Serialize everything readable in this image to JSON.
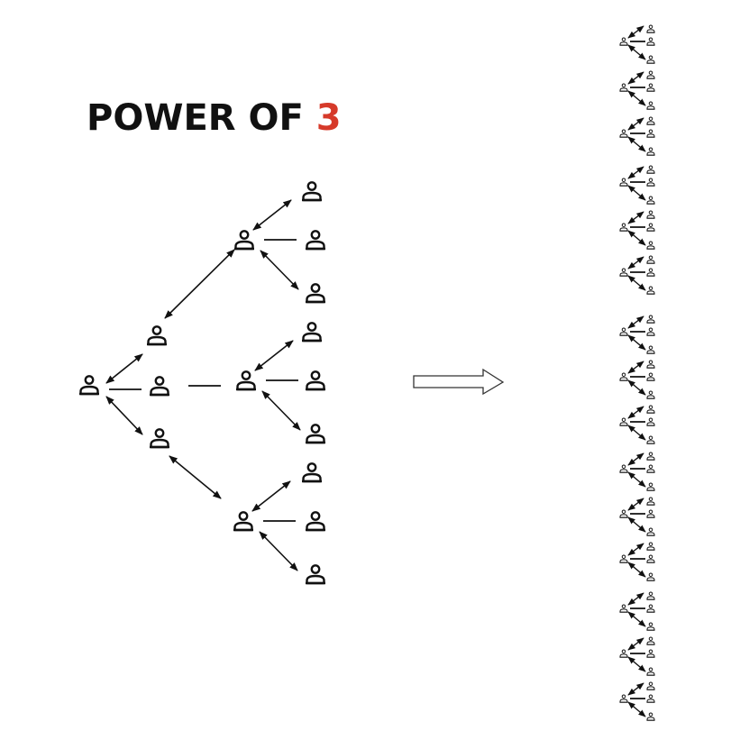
{
  "title": {
    "text": "POWER OF",
    "accent_text": "3",
    "accent_color": "#d63a2a",
    "text_color": "#111111"
  },
  "diagram": {
    "node_icon": "person-icon",
    "edge_types": [
      "bidirectional-arrow",
      "line"
    ],
    "big_tree": {
      "root": "person",
      "level1_count": 3,
      "level2_count": 3,
      "level3_per_node": 3,
      "level3_total": 9
    },
    "transition_icon": "right-arrow-outline-icon",
    "replicated_trees": {
      "groups": 5,
      "trees_per_group": 3,
      "total": 15,
      "children_per_tree": 3
    }
  }
}
